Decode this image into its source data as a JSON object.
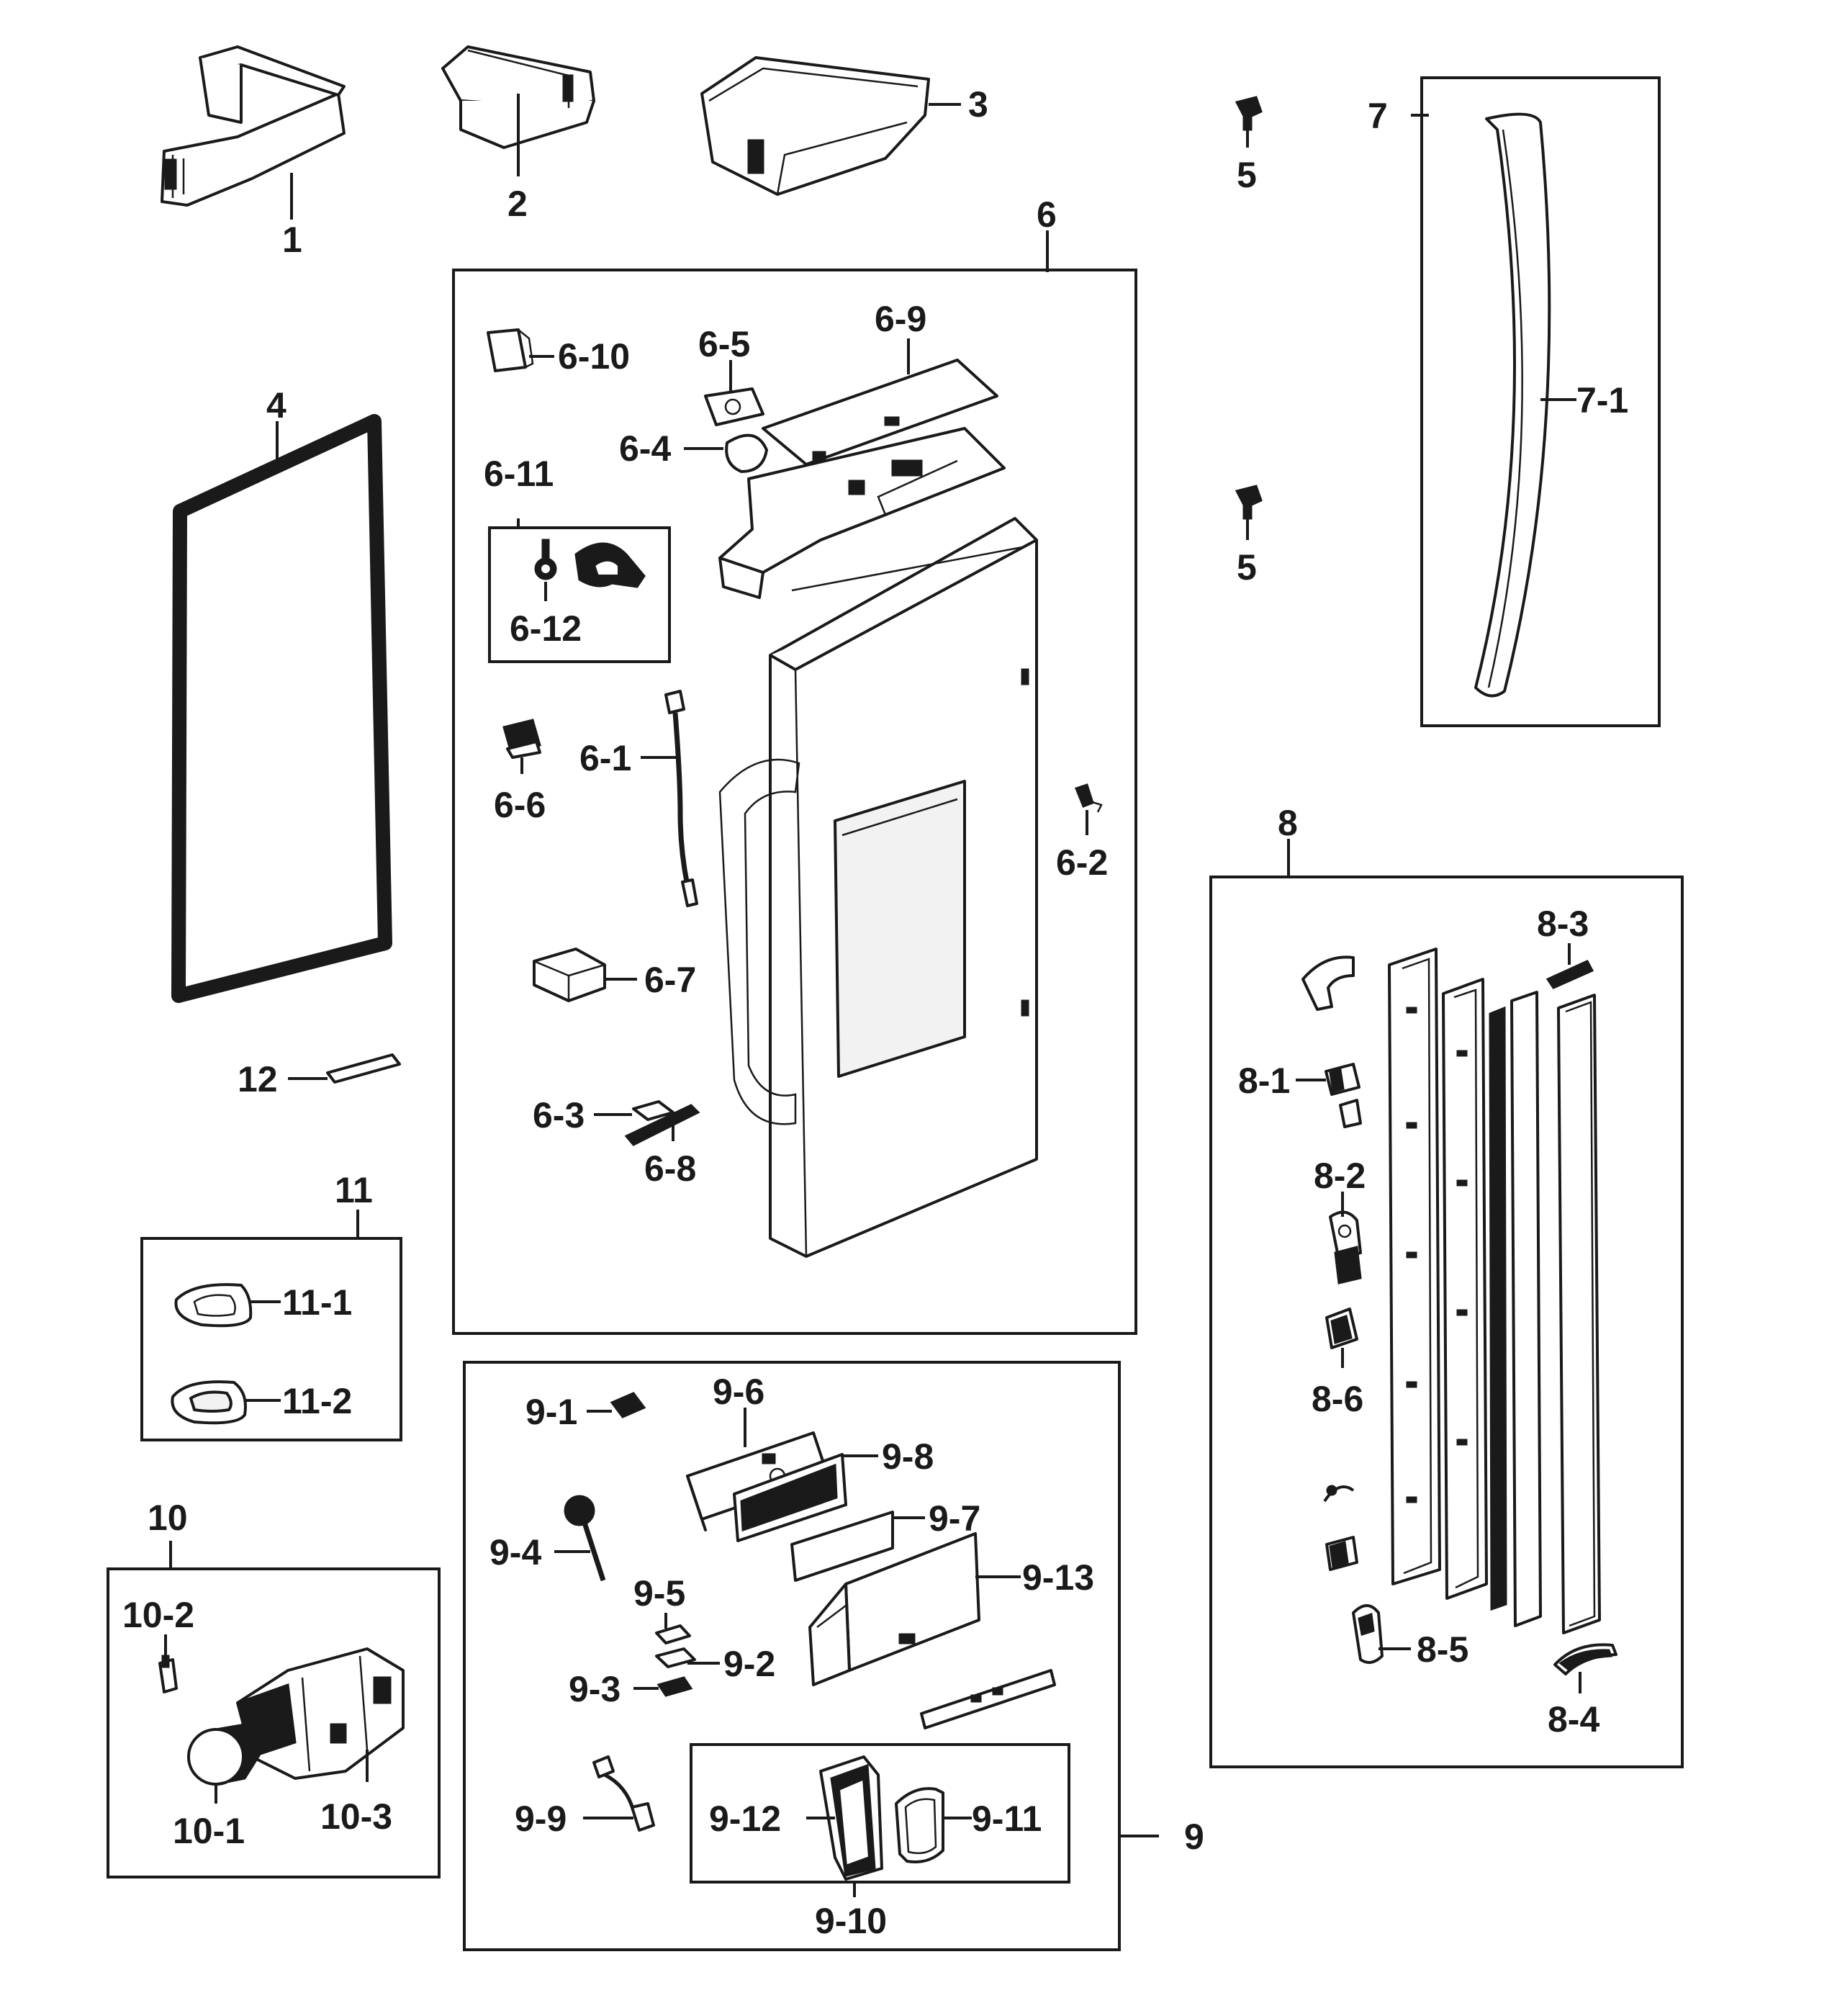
{
  "labels": {
    "p1": "1",
    "p2": "2",
    "p3": "3",
    "p4": "4",
    "p5a": "5",
    "p5b": "5",
    "p6": "6",
    "p6_1": "6-1",
    "p6_2": "6-2",
    "p6_3": "6-3",
    "p6_4": "6-4",
    "p6_5": "6-5",
    "p6_6": "6-6",
    "p6_7": "6-7",
    "p6_8": "6-8",
    "p6_9": "6-9",
    "p6_10": "6-10",
    "p6_11": "6-11",
    "p6_12": "6-12",
    "p7": "7",
    "p7_1": "7-1",
    "p8": "8",
    "p8_1": "8-1",
    "p8_2": "8-2",
    "p8_3": "8-3",
    "p8_4": "8-4",
    "p8_5": "8-5",
    "p8_6": "8-6",
    "p9": "9",
    "p9_1": "9-1",
    "p9_2": "9-2",
    "p9_3": "9-3",
    "p9_4": "9-4",
    "p9_5": "9-5",
    "p9_6": "9-6",
    "p9_7": "9-7",
    "p9_8": "9-8",
    "p9_9": "9-9",
    "p9_10": "9-10",
    "p9_11": "9-11",
    "p9_12": "9-12",
    "p9_13": "9-13",
    "p10": "10",
    "p10_1": "10-1",
    "p10_2": "10-2",
    "p10_3": "10-3",
    "p11": "11",
    "p11_1": "11-1",
    "p11_2": "11-2",
    "p12": "12"
  }
}
